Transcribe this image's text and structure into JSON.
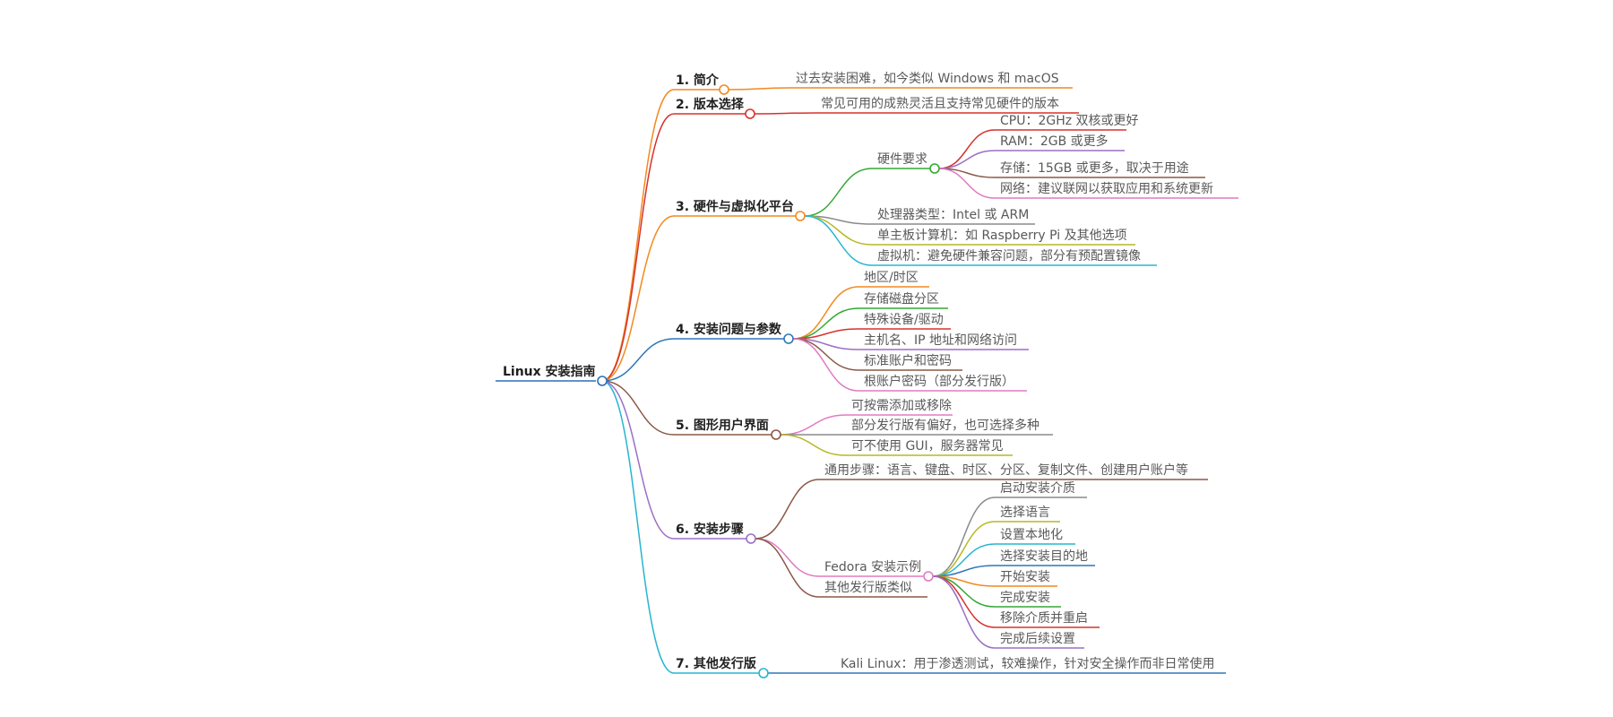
{
  "colors": {
    "root": "#2e6fb5",
    "orange": "#f2891f",
    "red": "#d7322d",
    "blue": "#2f77b8",
    "brown": "#8a5847",
    "purple": "#9b6fc8",
    "cyan": "#27b5d0",
    "green": "#33a833",
    "gray": "#8a8a8a",
    "olive": "#b7b726",
    "pink": "#e07ac1",
    "text": "#595959"
  },
  "mindmap": {
    "root": {
      "label": "Linux 安装指南"
    },
    "branches": [
      {
        "label": "1. 简介",
        "children": [
          {
            "label": "过去安装困难，如今类似 Windows 和 macOS"
          }
        ]
      },
      {
        "label": "2. 版本选择",
        "children": [
          {
            "label": "常见可用的成熟灵活且支持常见硬件的版本"
          }
        ]
      },
      {
        "label": "3. 硬件与虚拟化平台",
        "children": [
          {
            "label": "硬件要求",
            "children": [
              {
                "label": "CPU：2GHz 双核或更好"
              },
              {
                "label": "RAM：2GB 或更多"
              },
              {
                "label": "存储：15GB 或更多，取决于用途"
              },
              {
                "label": "网络：建议联网以获取应用和系统更新"
              }
            ]
          },
          {
            "label": "处理器类型：Intel 或 ARM"
          },
          {
            "label": "单主板计算机：如 Raspberry Pi 及其他选项"
          },
          {
            "label": "虚拟机：避免硬件兼容问题，部分有预配置镜像"
          }
        ]
      },
      {
        "label": "4. 安装问题与参数",
        "children": [
          {
            "label": "地区/时区"
          },
          {
            "label": "存储磁盘分区"
          },
          {
            "label": "特殊设备/驱动"
          },
          {
            "label": "主机名、IP 地址和网络访问"
          },
          {
            "label": "标准账户和密码"
          },
          {
            "label": "根账户密码（部分发行版）"
          }
        ]
      },
      {
        "label": "5. 图形用户界面",
        "children": [
          {
            "label": "可按需添加或移除"
          },
          {
            "label": "部分发行版有偏好，也可选择多种"
          },
          {
            "label": "可不使用 GUI，服务器常见"
          }
        ]
      },
      {
        "label": "6. 安装步骤",
        "children": [
          {
            "label": "通用步骤：语言、键盘、时区、分区、复制文件、创建用户账户等"
          },
          {
            "label": "Fedora 安装示例",
            "children": [
              {
                "label": "启动安装介质"
              },
              {
                "label": "选择语言"
              },
              {
                "label": "设置本地化"
              },
              {
                "label": "选择安装目的地"
              },
              {
                "label": "开始安装"
              },
              {
                "label": "完成安装"
              },
              {
                "label": "移除介质并重启"
              },
              {
                "label": "完成后续设置"
              }
            ]
          },
          {
            "label": "其他发行版类似"
          }
        ]
      },
      {
        "label": "7. 其他发行版",
        "children": [
          {
            "label": "Kali Linux：用于渗透测试，较难操作，针对安全操作而非日常使用"
          }
        ]
      }
    ]
  }
}
